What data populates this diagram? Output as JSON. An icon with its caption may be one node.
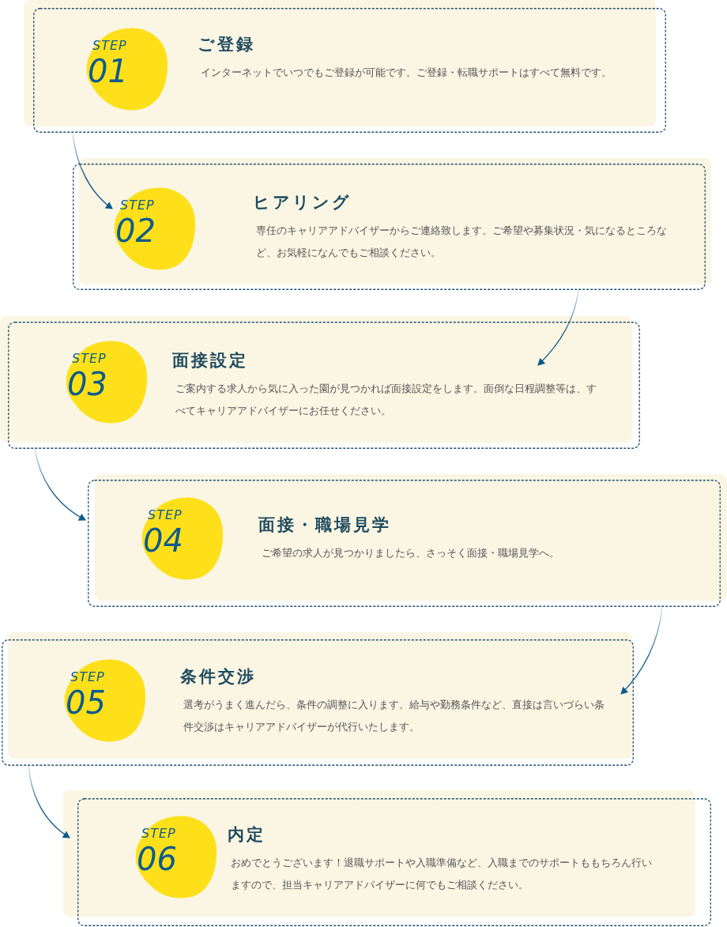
{
  "diagram": {
    "nodes": [
      {
        "text": [
          "ご登録",
          "インターネットでいつでもご登録が可能です。ご登録・転職サポートはすべて無料です。"
        ]
      },
      {
        "text": [
          "STEP",
          "01"
        ],
        "in": 0
      },
      {
        "text": [
          "ヒアリング",
          "専任のキャリアアドバイザーからご連絡致します。ご希望や募集状況・気になるところなど、お気軽になんでもご相談ください。"
        ]
      },
      {
        "text": [
          "STEP",
          "02"
        ],
        "in": 2
      },
      {
        "text": [
          "面接設定",
          "ご案内する求人から気に入った園が見つかれば面接設定をします。面倒な日程調整等は、すべてキャリアアドバイザーにお任せください。"
        ]
      },
      {
        "text": [
          "STEP",
          "03"
        ],
        "in": 4
      },
      {
        "text": [
          "面接・職場見学",
          "ご希望の求人が見つかりましたら、さっそく面接・職場見学へ。"
        ]
      },
      {
        "text": [
          "STEP",
          "04"
        ],
        "in": 6
      },
      {
        "text": [
          "条件交渉",
          "選考がうまく進んだら、条件の調整に入ります。給与や勤務条件など、直接は言いづらい条件交渉はキャリアアドバイザーが代行いたします。"
        ]
      },
      {
        "text": [
          "STEP",
          "05"
        ],
        "in": 8
      },
      {
        "text": [
          "内定",
          "おめでとうございます！退職サポートや入職準備など、入職までのサポートももちろん行いますので、担当キャリアアドバイザーに何でもご相談ください。"
        ]
      },
      {
        "text": [
          "STEP",
          "06"
        ],
        "in": 10
      }
    ],
    "edges": [
      {
        "from": 0,
        "to": 3,
        "arrow": "to"
      },
      {
        "from": 2,
        "to": 4,
        "arrow": "to"
      },
      {
        "from": 4,
        "to": 6,
        "arrow": "to"
      },
      {
        "from": 6,
        "to": 8,
        "arrow": "to"
      },
      {
        "from": 8,
        "to": 10,
        "arrow": "to"
      }
    ]
  }
}
